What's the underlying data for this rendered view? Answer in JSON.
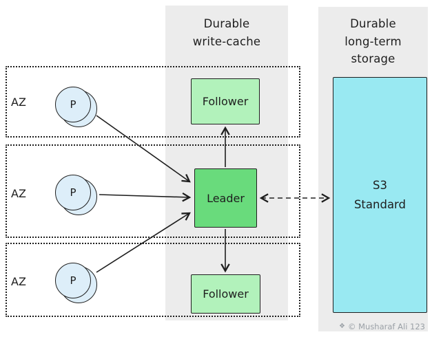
{
  "diagram": {
    "columns": {
      "write_cache": {
        "title": "Durable\nwrite-cache"
      },
      "long_term": {
        "title": "Durable\nlong-term\nstorage"
      }
    },
    "zones": [
      {
        "label": "AZ",
        "producer": "P"
      },
      {
        "label": "AZ",
        "producer": "P"
      },
      {
        "label": "AZ",
        "producer": "P"
      }
    ],
    "nodes": {
      "follower_top": "Follower",
      "leader": "Leader",
      "follower_bottom": "Follower",
      "s3": "S3\nStandard"
    },
    "colors": {
      "column_bg": "#ececec",
      "follower_fill": "#b2f2bb",
      "leader_fill": "#69db7c",
      "s3_fill": "#99e9f2",
      "producer_fill": "#ddeef9",
      "stroke": "#1e1e1e",
      "watermark": "#9aa0a6"
    },
    "watermark": {
      "text": "© Musharaf Ali 123",
      "icon": "❖"
    }
  }
}
